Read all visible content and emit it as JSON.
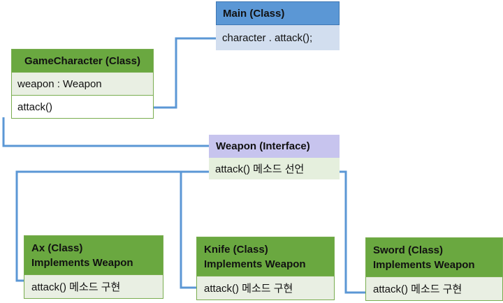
{
  "main": {
    "title": "Main (Class)",
    "method": "character . attack();"
  },
  "game_character": {
    "title": "GameCharacter (Class)",
    "field": "weapon : Weapon",
    "method": "attack()"
  },
  "weapon": {
    "title": "Weapon (Interface)",
    "method": "attack() 메소드 선언"
  },
  "implementers": [
    {
      "title": "Ax (Class)",
      "subtitle": "Implements Weapon",
      "method": "attack() 메소드 구현"
    },
    {
      "title": "Knife (Class)",
      "subtitle": "Implements Weapon",
      "method": "attack() 메소드 구현"
    },
    {
      "title": "Sword (Class)",
      "subtitle": "Implements Weapon",
      "method": "attack() 메소드 구현"
    }
  ],
  "colors": {
    "connector": "#5b97d5",
    "class_header": "#6aa840",
    "main_header": "#5b97d5",
    "interface_header": "#c7c4ee"
  }
}
